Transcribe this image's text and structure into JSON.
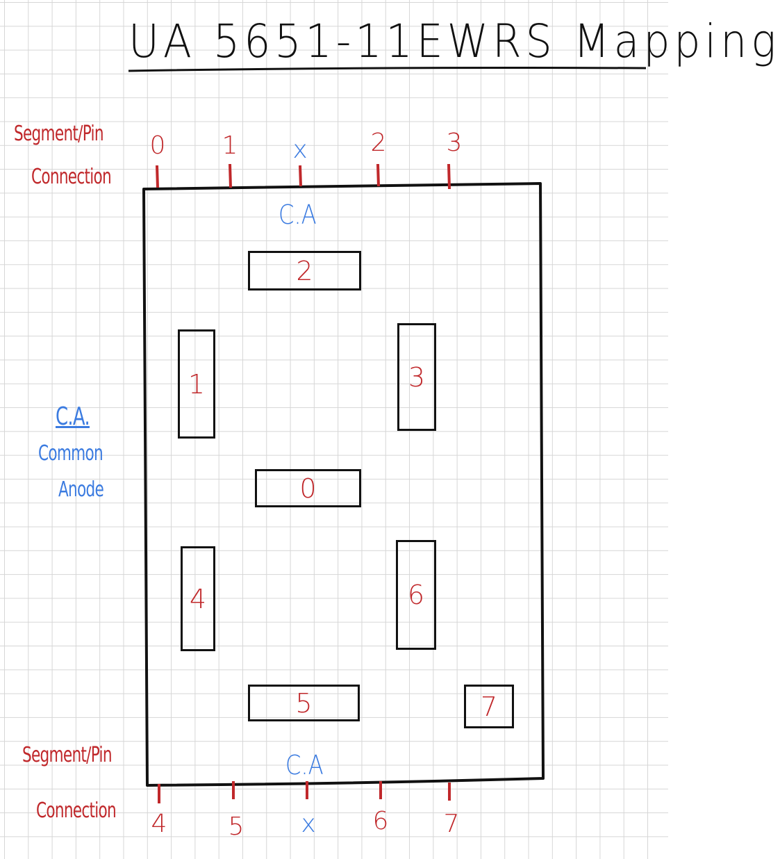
{
  "title": "UA 5651-11EWRS Mapping",
  "top_header": {
    "line1": "Segment/Pin",
    "line2": "Connection"
  },
  "bottom_header": {
    "line1": "Segment/Pin",
    "line2": "Connection"
  },
  "left_note": {
    "abbr": "C.A.",
    "line1": "Common",
    "line2": "Anode"
  },
  "top_pins": [
    "0",
    "1",
    "x",
    "2",
    "3"
  ],
  "bottom_pins": [
    "4",
    "5",
    "x",
    "6",
    "7"
  ],
  "top_ca": "C.A",
  "bottom_ca": "C.A",
  "segments": {
    "top": "2",
    "upper_left": "1",
    "upper_right": "3",
    "middle": "0",
    "lower_left": "4",
    "lower_right": "6",
    "bottom": "5",
    "dp": "7"
  },
  "colors": {
    "segment_pin": "#c0282b",
    "common_anode": "#3b7be0",
    "outline": "#111111"
  }
}
